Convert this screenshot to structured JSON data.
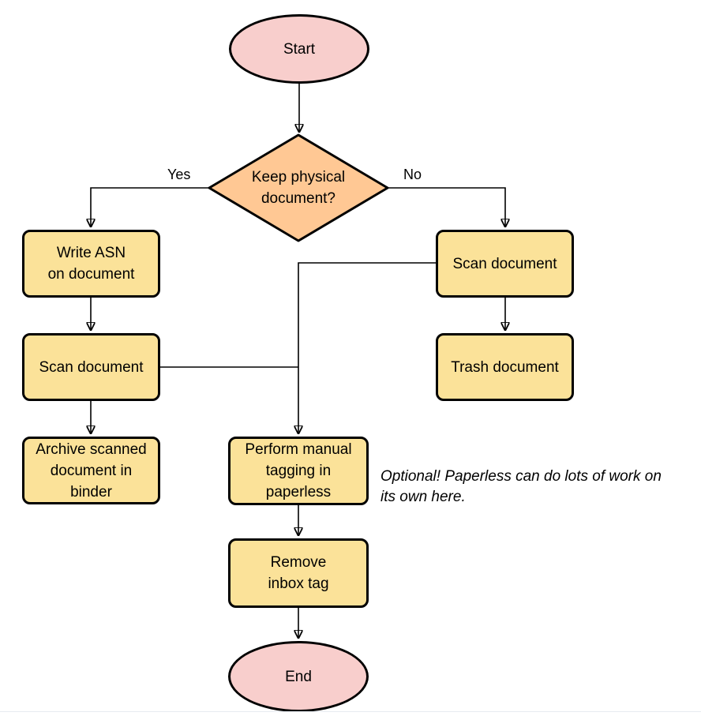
{
  "diagram": {
    "type": "flowchart",
    "nodes": {
      "start": {
        "label": "Start",
        "shape": "terminal"
      },
      "decision": {
        "label": "Keep physical\ndocument?",
        "shape": "decision"
      },
      "write_asn": {
        "label": "Write ASN\non document",
        "shape": "process"
      },
      "scan_left": {
        "label": "Scan document",
        "shape": "process"
      },
      "archive": {
        "label": "Archive scanned\ndocument in\nbinder",
        "shape": "process"
      },
      "scan_right": {
        "label": "Scan document",
        "shape": "process"
      },
      "trash": {
        "label": "Trash document",
        "shape": "process"
      },
      "tagging": {
        "label": "Perform manual\ntagging in\npaperless",
        "shape": "process"
      },
      "remove_inbox": {
        "label": "Remove\ninbox tag",
        "shape": "process"
      },
      "end": {
        "label": "End",
        "shape": "terminal"
      }
    },
    "edge_labels": {
      "yes": "Yes",
      "no": "No"
    },
    "annotation": "Optional! Paperless can do lots of work on\nits own here.",
    "colors": {
      "terminal": "#F8CECC",
      "decision": "#FFC894",
      "process": "#FBE299",
      "stroke": "#000000",
      "line": "#000000",
      "bottom_rule": "#E7EBF0"
    }
  }
}
